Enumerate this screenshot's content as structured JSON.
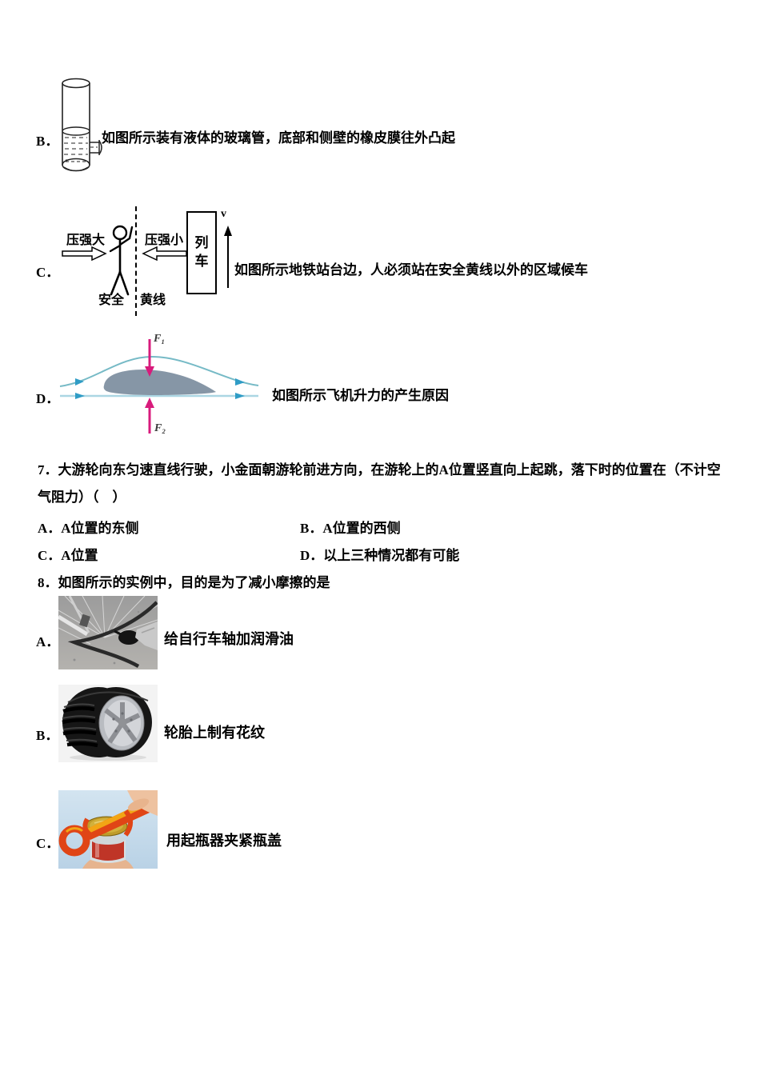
{
  "optB": {
    "label": "B．",
    "caption": "如图所示装有液体的玻璃管，底部和侧壁的橡皮膜往外凸起"
  },
  "optC": {
    "label": "C．",
    "caption": "如图所示地铁站台边，人必须站在安全黄线以外的区域候车",
    "diagram": {
      "pressure_big": "压强大",
      "pressure_small": "压强小",
      "train": "列车",
      "velocity": "v",
      "safety": "安全",
      "yellow_line": "黄线"
    }
  },
  "optD": {
    "label": "D．",
    "caption": "如图所示飞机升力的产生原因",
    "diagram": {
      "f1": "F₁",
      "f2": "F₂"
    }
  },
  "q7": {
    "line1": "7．大游轮向东匀速直线行驶，小金面朝游轮前进方向，在游轮上的A位置竖直向上起跳，落下时的位置在（不计空",
    "line2": "气阻力）（　）",
    "options": [
      {
        "label": "A．A位置的东侧"
      },
      {
        "label": "B．A位置的西侧"
      },
      {
        "label": "C．A位置"
      },
      {
        "label": "D．以上三种情况都有可能"
      }
    ]
  },
  "q8": {
    "stem": "8．如图所示的实例中，目的是为了减小摩擦的是",
    "options": [
      {
        "label": "A．",
        "caption": "给自行车轴加润滑油",
        "image": "bicycle-axle-lubrication-photo"
      },
      {
        "label": "B．",
        "caption": "轮胎上制有花纹",
        "image": "tire-tread-photo"
      },
      {
        "label": "C．",
        "caption": "用起瓶器夹紧瓶盖",
        "image": "bottle-opener-photo"
      }
    ]
  },
  "colors": {
    "force_arrow_magenta": "#d81b7c",
    "airfoil_gray": "#8696a6",
    "upper_streamline_teal": "#76bac6",
    "lower_streamline_blue": "#abd6e3",
    "streamline_arrow_blue": "#2f9cc6",
    "opener_red": "#e04516",
    "opener_yellow": "#f2a515",
    "lid_gold": "#c8a22e",
    "sky_blue": "#cadded"
  }
}
